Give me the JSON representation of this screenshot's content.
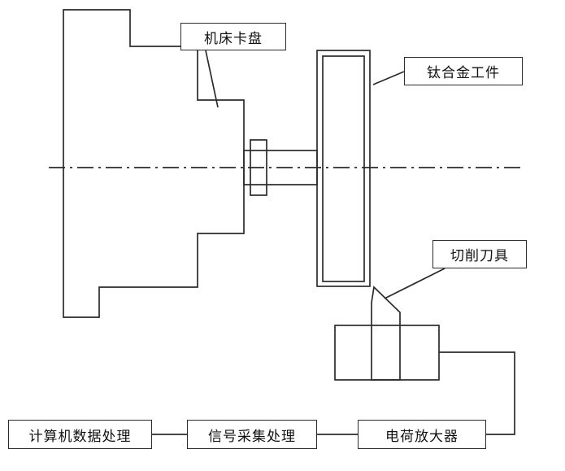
{
  "diagram": {
    "labels": {
      "machine_chuck": "机床卡盘",
      "titanium_workpiece": "钛合金工件",
      "cutting_tool": "切削刀具"
    },
    "process_boxes": {
      "computer": "计算机数据处理",
      "signal": "信号采集处理",
      "amplifier": "电荷放大器"
    },
    "colors": {
      "line": "#2b2b2b",
      "background": "#ffffff",
      "text": "#111111"
    }
  }
}
